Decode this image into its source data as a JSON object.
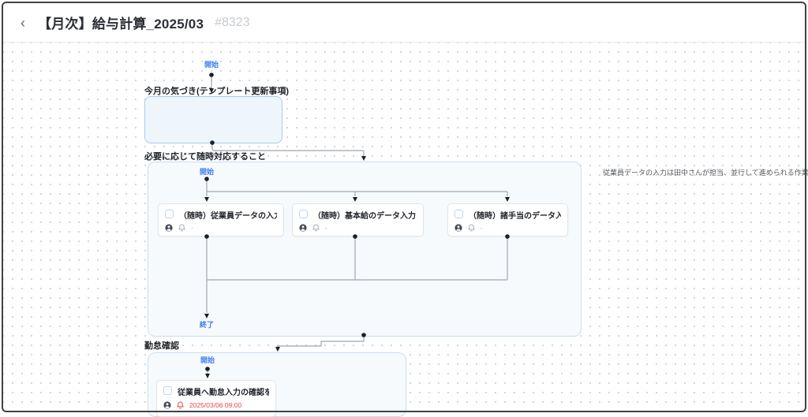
{
  "header": {
    "back_icon": "‹",
    "title": "【月次】給与計算_2025/03",
    "id": "#8323"
  },
  "flow": {
    "start_label": "開始",
    "end_label": "終了",
    "memo": {
      "title": "今月の気づき(テンプレート更新事項)"
    },
    "adhoc": {
      "title": "必要に応じて随時対応すること",
      "tasks": [
        {
          "title": "（随時）従業員データの入力・...",
          "reminder": "-"
        },
        {
          "title": "（随時）基本給のデータ入力",
          "reminder": "-"
        },
        {
          "title": "（随時）諸手当のデータ入力",
          "reminder": "-"
        }
      ]
    },
    "attendance": {
      "title": "勤怠確認",
      "tasks": [
        {
          "title": "従業員へ勤怠入力の確認を依頼",
          "reminder": "2025/03/06 09:00",
          "overdue": true
        }
      ]
    },
    "note": "従業員データの入力は田中さんが担当、並行して進められる作業は進める"
  },
  "colors": {
    "accent_blue": "#3c7df8",
    "line_gray": "#aeb3ba",
    "port_dark": "#1c1f26",
    "reminder_red": "#e5484d",
    "group_fill": "#f7fafd",
    "group_border": "#c8ddf0"
  }
}
